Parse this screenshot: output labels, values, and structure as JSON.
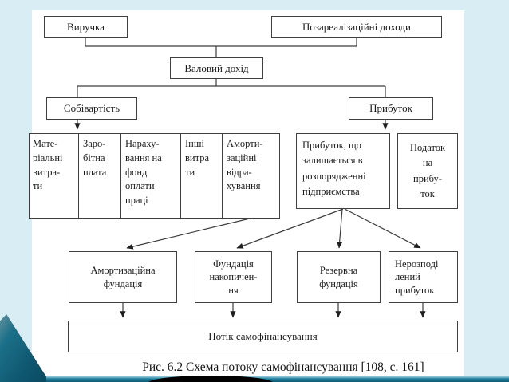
{
  "page": {
    "background_color": "#d9edf5",
    "surface_color": "#ffffff",
    "line_color": "#3c3c3c",
    "accent_teal": "#1e7e9b",
    "accent_teal_dark": "#0a4a61"
  },
  "diagram": {
    "boxes": {
      "revenue": "Виручка",
      "non_operating_income": "Позареалізаційні доходи",
      "gross_income": "Валовий дохід",
      "cost_price": "Собівартість",
      "profit": "Прибуток",
      "cost_items": [
        "Мате-\nріальні\nвитра-\nти",
        "Заро-\nбітна\nплата",
        "Нараху-\nвання на\nфонд\nоплати\nпраці",
        "Інші\nвитра\nти",
        "Аморти-\nзаційні\nвідра-\nхування"
      ],
      "retained_profit": "Прибуток, що\nзалишається в\nрозпорядженні\nпідприємства",
      "income_tax": "Податок\nна\nприбу-\nток",
      "depreciation_fund": "Амортизаційна\nфундація",
      "accumulation_fund": "Фундація\nнакопичен-\nня",
      "reserve_fund": "Резервна\nфундація",
      "undistributed_profit": "Нерозподі\nлений\nприбуток",
      "self_financing_flow": "Потік самофінансування"
    },
    "caption": "Рис. 6.2 Схема потоку самофінансування [108, с. 161]"
  }
}
